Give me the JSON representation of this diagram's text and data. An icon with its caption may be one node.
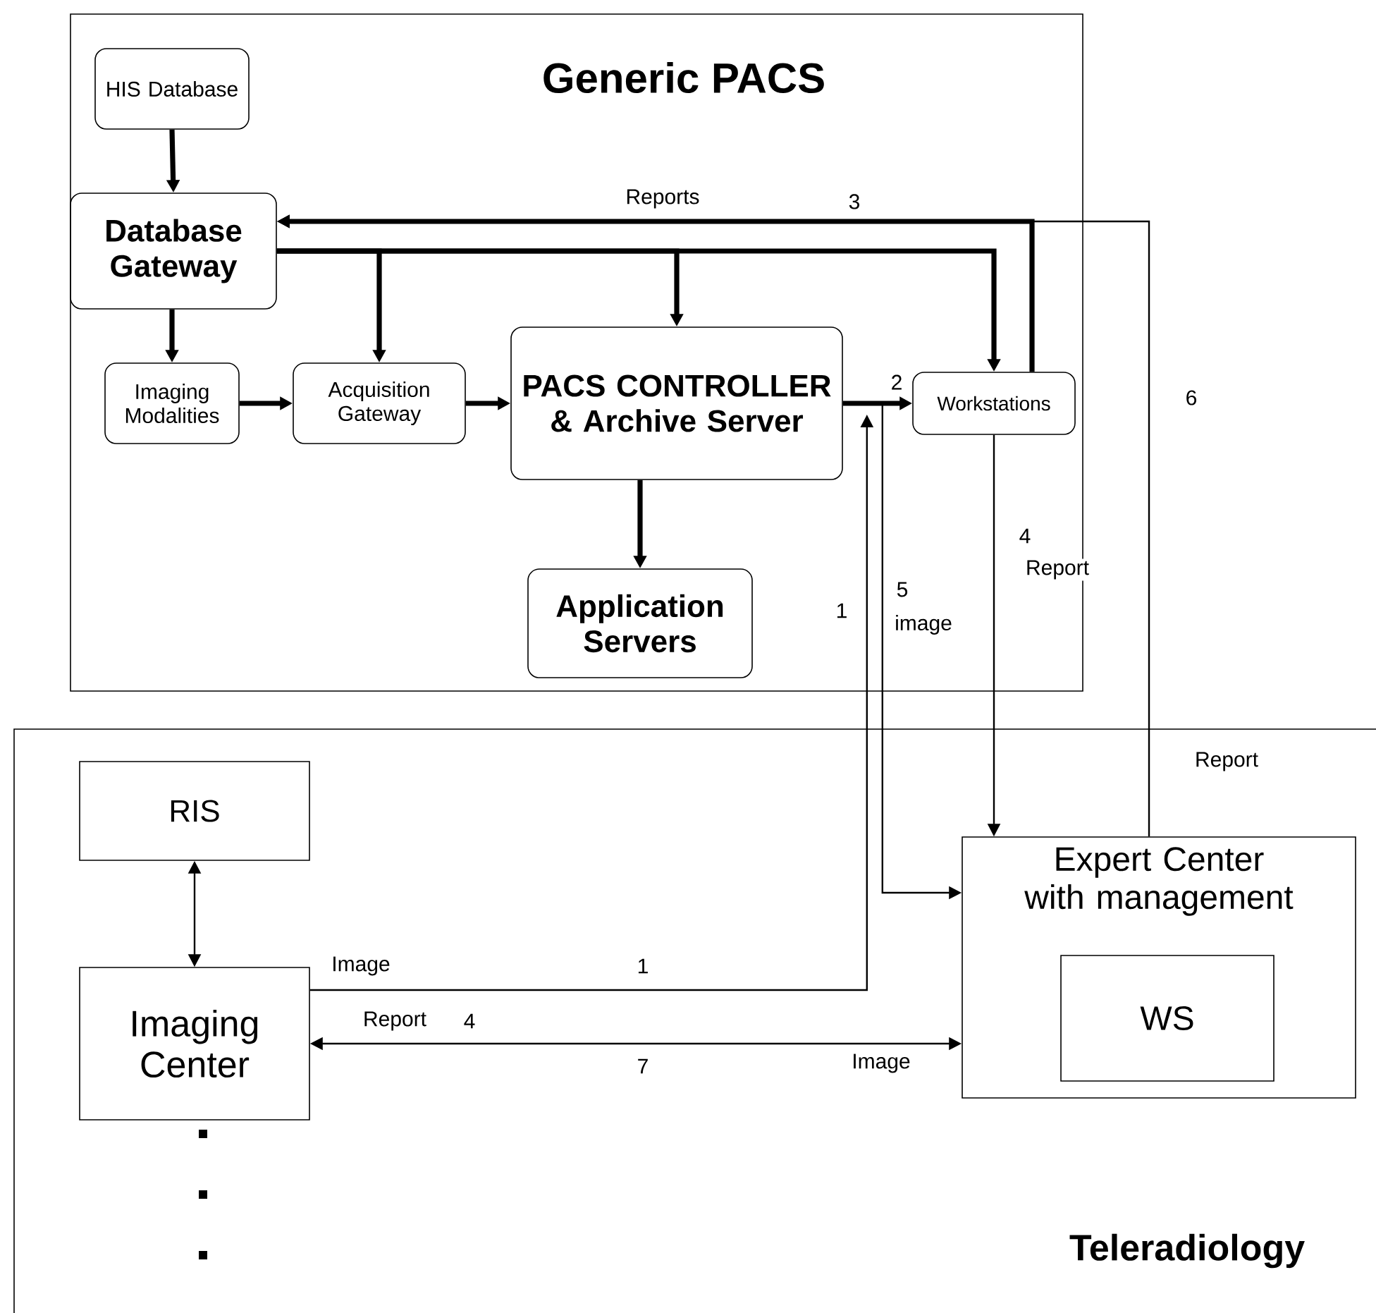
{
  "diagram": {
    "nodes": [
      {
        "text": [
          "Generic PACS"
        ]
      },
      {
        "text": [
          "HIS Database"
        ],
        "in": 0
      },
      {
        "text": [
          "Database Gateway"
        ],
        "in": 0
      },
      {
        "text": [
          "Imaging Modalities"
        ],
        "in": 0
      },
      {
        "text": [
          "Acquisition Gateway"
        ],
        "in": 0
      },
      {
        "text": [
          "PACS CONTROLLER & Archive Server"
        ],
        "in": 0
      },
      {
        "text": [
          "Application Servers"
        ],
        "in": 0
      },
      {
        "text": [
          "Workstations"
        ],
        "in": 0
      },
      {
        "text": [
          "Teleradiology"
        ]
      },
      {
        "text": [
          "RIS"
        ],
        "in": 8
      },
      {
        "text": [
          "Imaging Center"
        ],
        "in": 8
      },
      {
        "text": [
          "Expert Center with management"
        ],
        "in": 8
      },
      {
        "text": [
          "WS"
        ],
        "in": 11
      }
    ],
    "edges": [
      {
        "from": 1,
        "to": 2,
        "arrow": "to"
      },
      {
        "from": 2,
        "to": 3,
        "arrow": "to"
      },
      {
        "from": 2,
        "to": 4,
        "arrow": "to"
      },
      {
        "from": 2,
        "to": 5,
        "arrow": "to"
      },
      {
        "from": 2,
        "to": 7,
        "arrow": "to"
      },
      {
        "from": 3,
        "to": 4,
        "arrow": "to"
      },
      {
        "from": 4,
        "to": 5,
        "arrow": "to"
      },
      {
        "from": 5,
        "to": 7,
        "arrow": "to",
        "label": "2"
      },
      {
        "from": 7,
        "to": 2,
        "arrow": "to",
        "label": "Reports"
      },
      {
        "from": 5,
        "to": 6,
        "arrow": "to"
      },
      {
        "from": 10,
        "to": 5,
        "arrow": "to",
        "label": "Image"
      },
      {
        "from": 5,
        "to": 11,
        "arrow": "to",
        "label": "image"
      },
      {
        "from": 7,
        "to": 11,
        "arrow": "to",
        "label": "Report"
      },
      {
        "from": 11,
        "to": 2,
        "arrow": "to",
        "label": "Report"
      },
      {
        "from": 9,
        "to": 10,
        "arrow": "both"
      },
      {
        "from": 10,
        "to": 11,
        "arrow": "both",
        "label": "7"
      }
    ],
    "labels": [
      "3",
      "6",
      "4",
      "5",
      "1",
      "1",
      "Report",
      "4",
      "Image"
    ]
  }
}
